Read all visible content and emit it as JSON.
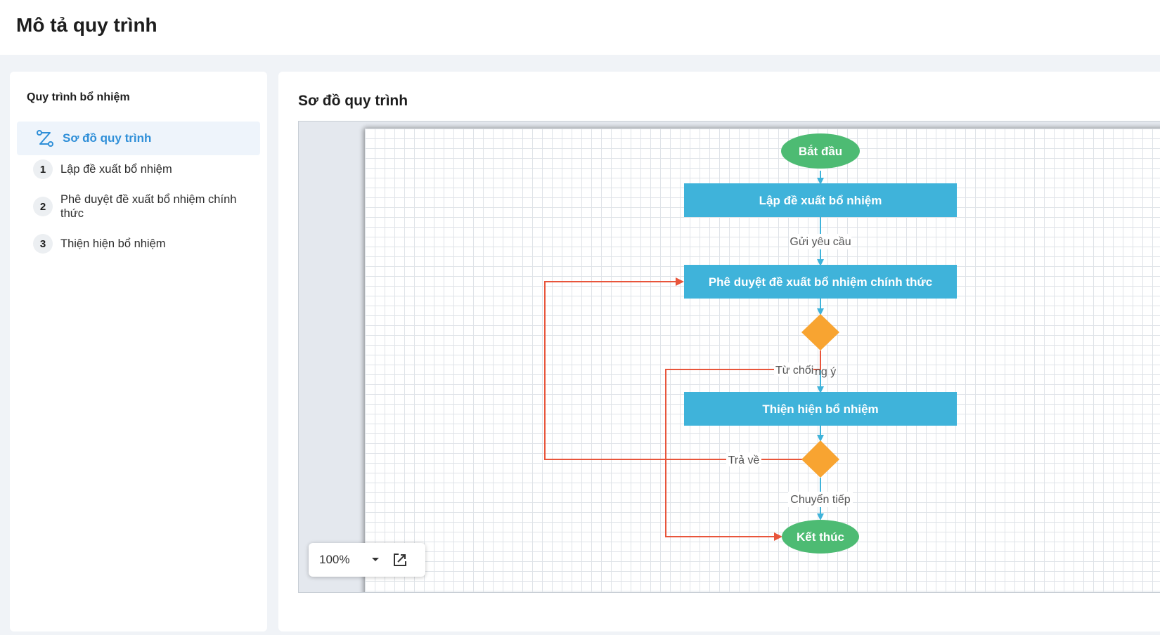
{
  "header": {
    "title": "Mô tả quy trình"
  },
  "sidebar": {
    "title": "Quy trình bổ nhiệm",
    "active_item": {
      "label": "Sơ đồ quy trình",
      "icon": "flow-diagram-icon"
    },
    "steps": [
      {
        "number": "1",
        "label": "Lập đề xuất bổ nhiệm"
      },
      {
        "number": "2",
        "label": "Phê duyệt đề xuất bổ nhiệm chính thức"
      },
      {
        "number": "3",
        "label": "Thiện hiện bổ nhiệm"
      }
    ]
  },
  "main": {
    "title": "Sơ đồ quy trình",
    "diagram": {
      "nodes": {
        "start": "Bắt đầu",
        "step1": "Lập đề xuất bổ nhiệm",
        "step2": "Phê duyệt đề xuất bổ nhiệm chính thức",
        "step3": "Thiện hiện bổ nhiệm",
        "end": "Kết thúc"
      },
      "edge_labels": {
        "send_request": "Gửi yêu cầu",
        "reject": "Từ chối",
        "agree": "ng ý",
        "return": "Trả về",
        "forward": "Chuyển tiếp"
      },
      "colors": {
        "terminal": "#4dbb73",
        "process": "#3fb3da",
        "decision": "#f8a431",
        "flow_line": "#3fb3da",
        "back_line": "#e8553b"
      }
    },
    "zoom": {
      "value": "100%"
    }
  }
}
